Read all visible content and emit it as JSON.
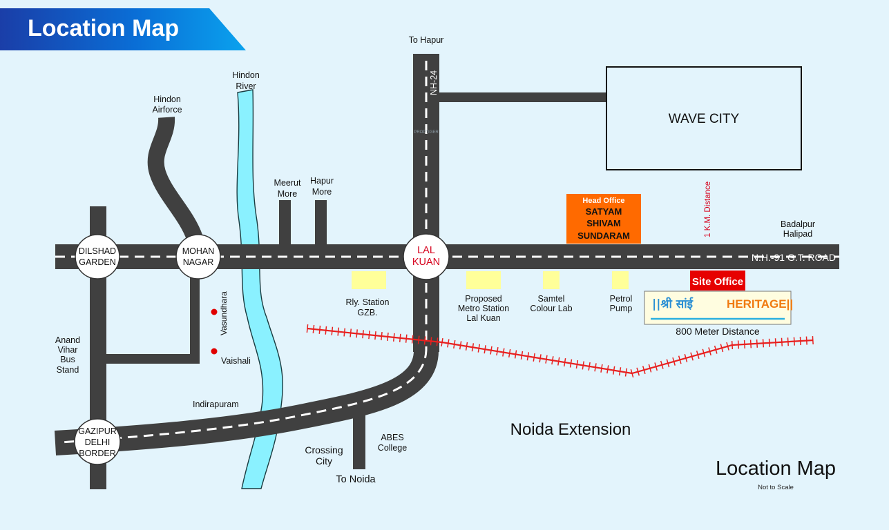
{
  "banner": {
    "title": "Location Map"
  },
  "colors": {
    "road": "#404040",
    "river": "#8af1ff",
    "rail": "#e8201f",
    "head_office": "#ff6a00",
    "site_office": "#e60000",
    "banner_start": "#1a3ea8",
    "banner_end": "#0aa2ee",
    "marker": "#e00000",
    "landmark": "#ffff99",
    "background": "#e3f4fc"
  },
  "roads": {
    "to_hapur": "To Hapur",
    "nh24": "NH-24",
    "to_noida": "To Noida",
    "nh91": "N.H.-91 G.T. ROAD"
  },
  "junctions": {
    "dilshad": [
      "DILSHAD",
      "GARDEN"
    ],
    "mohan": [
      "MOHAN",
      "NAGAR"
    ],
    "lal_kuan": [
      "LAL",
      "KUAN"
    ],
    "gazipur": [
      "GAZIPUR",
      "DELHI",
      "BORDER"
    ]
  },
  "places": {
    "hindon_river": [
      "Hindon",
      "River"
    ],
    "hindon_airforce": [
      "Hindon",
      "Airforce"
    ],
    "meerut_more": [
      "Meerut",
      "More"
    ],
    "hapur_more": [
      "Hapur",
      "More"
    ],
    "anand_vihar": [
      "Anand",
      "Vihar",
      "Bus",
      "Stand"
    ],
    "vasundhara": "Vasundhara",
    "vaishali": "Vaishali",
    "indirapuram": "Indirapuram",
    "crossing_city": [
      "Crossing",
      "City"
    ],
    "abes_college": [
      "ABES",
      "College"
    ],
    "badalpur": [
      "Badalpur",
      "Halipad"
    ],
    "noida_extension": "Noida Extension",
    "wave_city": "WAVE CITY",
    "one_km": "1 K.M. Distance",
    "eight_hundred": "800 Meter Distance"
  },
  "landmarks": {
    "rly_station": [
      "Rly. Station",
      "GZB."
    ],
    "metro": [
      "Proposed",
      "Metro Station",
      "Lal Kuan"
    ],
    "samtel": [
      "Samtel",
      "Colour Lab"
    ],
    "petrol": [
      "Petrol",
      "Pump"
    ]
  },
  "head_office": {
    "label": "Head Office",
    "name": [
      "SATYAM",
      "SHIVAM",
      "SUNDARAM"
    ]
  },
  "site_office": {
    "label": "Site Office"
  },
  "project_logo": {
    "hindi": "||श्री सांई",
    "brand": "HERITAGE||"
  },
  "legend": {
    "title": "Location Map",
    "subtitle": "Not to Scale"
  },
  "watermark": "PROPTIGER"
}
